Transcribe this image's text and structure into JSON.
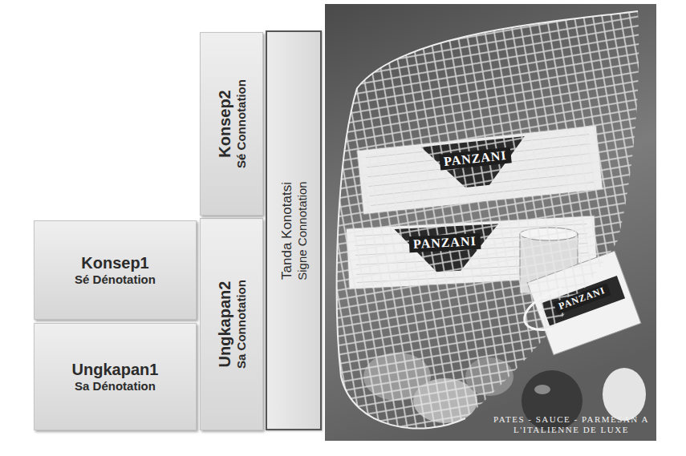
{
  "diagram": {
    "nodes": [
      {
        "text": [
          "Konsep1",
          "Sé Dénotation"
        ]
      },
      {
        "text": [
          "Ungkapan1",
          "Sa Dénotation"
        ]
      },
      {
        "text": [
          "Ungkapan2",
          "Sa Connotation"
        ]
      },
      {
        "text": [
          "Konsep2",
          "Sé Connotation"
        ]
      },
      {
        "text": [
          "Tanda Konotatsi",
          "Signe Connotation"
        ]
      }
    ],
    "labels": [
      "PANZANI",
      "PANZANI",
      "PANZANI",
      "PATES - SAUCE - PARMESAN A L'ITALIENNE DE LUXE"
    ]
  }
}
